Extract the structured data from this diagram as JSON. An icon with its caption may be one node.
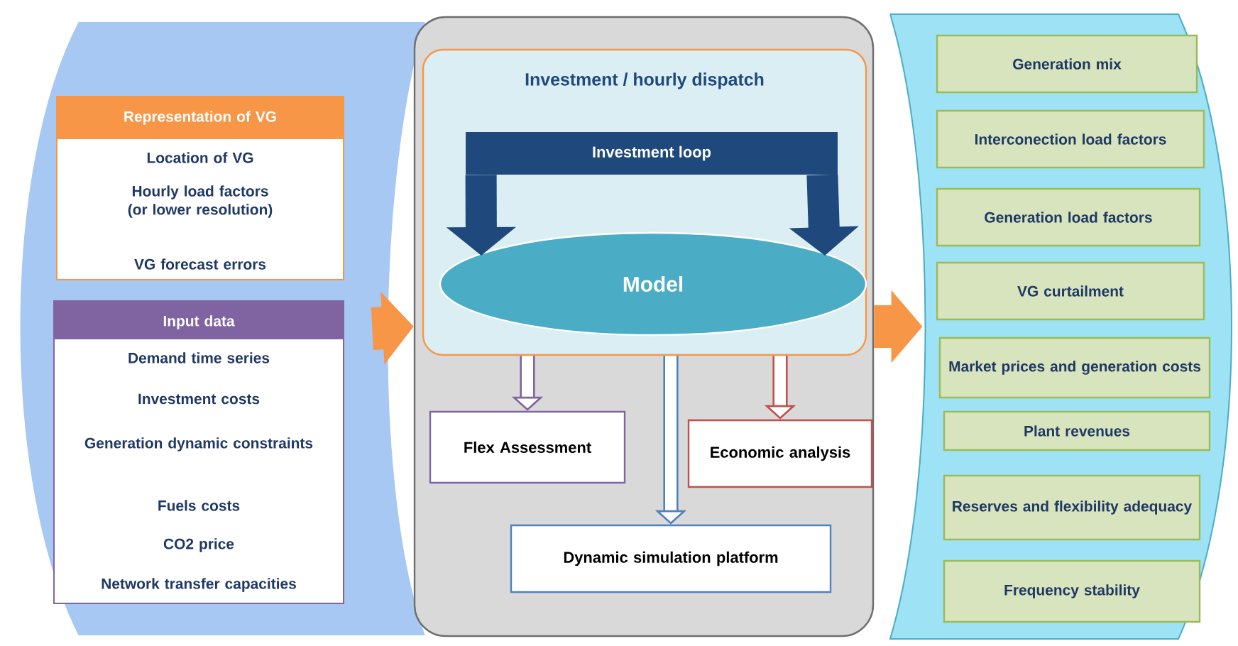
{
  "diagram": {
    "nodes": [
      {
        "text": [],
        "shape": "band"
      },
      {
        "text": [
          "Representation of VG",
          "Location of VG",
          "Hourly load factors (or lower resolution)",
          "VG forecast errors"
        ],
        "in": 0
      },
      {
        "text": [
          "Input data",
          "Demand time series",
          "Investment costs",
          "Generation dynamic constraints",
          "Fuels costs",
          "CO2 price",
          "Network transfer capacities"
        ],
        "in": 0
      },
      {
        "text": [],
        "shape": "box"
      },
      {
        "text": [
          "Investment / hourly dispatch"
        ],
        "in": 3
      },
      {
        "text": [
          "Model"
        ],
        "in": 4
      },
      {
        "text": [
          "Investment loop"
        ],
        "in": 4
      },
      {
        "text": [
          "Flex Assessment"
        ],
        "in": 3
      },
      {
        "text": [
          "Economic analysis"
        ],
        "in": 3
      },
      {
        "text": [
          "Dynamic simulation platform"
        ],
        "in": 3
      },
      {
        "text": [],
        "shape": "band"
      },
      {
        "text": [
          "Generation mix"
        ],
        "in": 10
      },
      {
        "text": [
          "Interconection load factors"
        ],
        "in": 10
      },
      {
        "text": [
          "Generation load factors"
        ],
        "in": 10
      },
      {
        "text": [
          "VG curtailment"
        ],
        "in": 10
      },
      {
        "text": [
          "Market prices and generation costs"
        ],
        "in": 10
      },
      {
        "text": [
          "Plant revenues"
        ],
        "in": 10
      },
      {
        "text": [
          "Reserves and flexibility adequacy"
        ],
        "in": 10
      },
      {
        "text": [
          "Frequency stability"
        ],
        "in": 10
      }
    ],
    "edges": [
      {
        "from": 0,
        "to": 3,
        "arrow": "to",
        "color": "#f79646"
      },
      {
        "from": 3,
        "to": 10,
        "arrow": "to",
        "color": "#f79646"
      },
      {
        "from": 6,
        "to": 5,
        "arrow": "to",
        "color": "#1f497d"
      },
      {
        "from": 6,
        "to": 5,
        "arrow": "to",
        "color": "#1f497d"
      },
      {
        "from": 4,
        "to": 7,
        "arrow": "to",
        "color": "#8064a2"
      },
      {
        "from": 4,
        "to": 9,
        "arrow": "to",
        "color": "#4f81bd"
      },
      {
        "from": 4,
        "to": 8,
        "arrow": "to",
        "color": "#c0504d"
      }
    ]
  }
}
